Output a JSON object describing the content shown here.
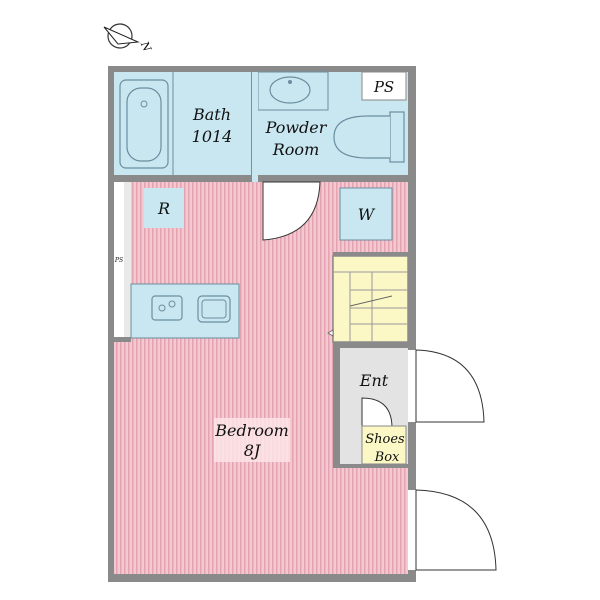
{
  "compass": {
    "letter": "N",
    "icon": "compass-needle-icon"
  },
  "rooms": {
    "bath": {
      "name": "Bath",
      "size": "1014"
    },
    "powder_room": {
      "line1": "Powder",
      "line2": "Room"
    },
    "ps_top": {
      "label": "PS"
    },
    "ps_side": {
      "label": "PS"
    },
    "refrigerator": {
      "label": "R"
    },
    "washer": {
      "label": "W"
    },
    "entrance": {
      "label": "Ent"
    },
    "shoes_box": {
      "line1": "Shoes",
      "line2": "Box"
    },
    "bedroom": {
      "name": "Bedroom",
      "size": "8J"
    }
  },
  "colors": {
    "wall": "#8a8a8a",
    "wet_area": "#c9e7f1",
    "bedroom_floor": "#f4c8d0",
    "bedroom_stripe": "#e3a3b0",
    "entrance": "#e3e3e3",
    "stairs": "#fbf8c6",
    "shoes_box": "#fbf8c6",
    "fixture_stroke": "#6a8ea0"
  }
}
